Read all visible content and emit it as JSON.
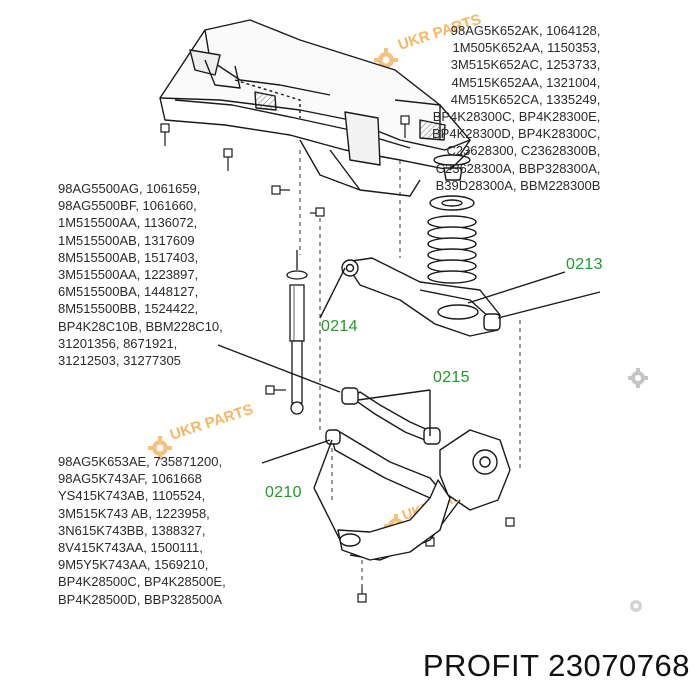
{
  "spring_parts": [
    "98AG5K652AK, 1064128,",
    "1M505K652AA, 1150353,",
    "3M515K652AC, 1253733,",
    "4M515K652AA, 1321004,",
    "4M515K652CA, 1335249,",
    "BP4K28300C, BP4K28300E,",
    "BP4K28300D, BP4K28300C,",
    "C23628300, C23628300B,",
    "C23628300A, BBP328300A,",
    "B39D28300A, BBM228300B"
  ],
  "shock_parts": [
    "98AG5500AG, 1061659,",
    "98AG5500BF, 1061660,",
    "1M515500AA, 1136072,",
    "1M515500AB, 1317609",
    "8M515500AB, 1517403,",
    "3M515500AA, 1223897,",
    "6M515500BA, 1448127,",
    "8M515500BB, 1524422,",
    "BP4K28C10B, BBM228C10,",
    "31201356, 8671921,",
    "31212503, 31277305"
  ],
  "arm_parts": [
    "98AG5K653AE, 735871200,",
    "98AG5K743AF, 1061668",
    "YS415K743AB, 1105524,",
    "3M515K743 AB, 1223958,",
    "3N615K743BB, 1388327,",
    "8V415K743AA, 1500111,",
    "9M5Y5K743AA, 1569210,",
    "BP4K28500C, BP4K28500E,",
    "BP4K28500D, BBP328500A"
  ],
  "callouts": {
    "c0213": "0213",
    "c0214": "0214",
    "c0215": "0215",
    "c0210": "0210"
  },
  "watermark": {
    "top": "UKR PARTS",
    "middle": "UKR PARTS",
    "bottom": "UKR PARTS"
  },
  "title": "PROFIT 23070768",
  "colors": {
    "callout": "#1f9a2a",
    "watermark": "#f2a13a",
    "line": "#1a1a1a"
  }
}
